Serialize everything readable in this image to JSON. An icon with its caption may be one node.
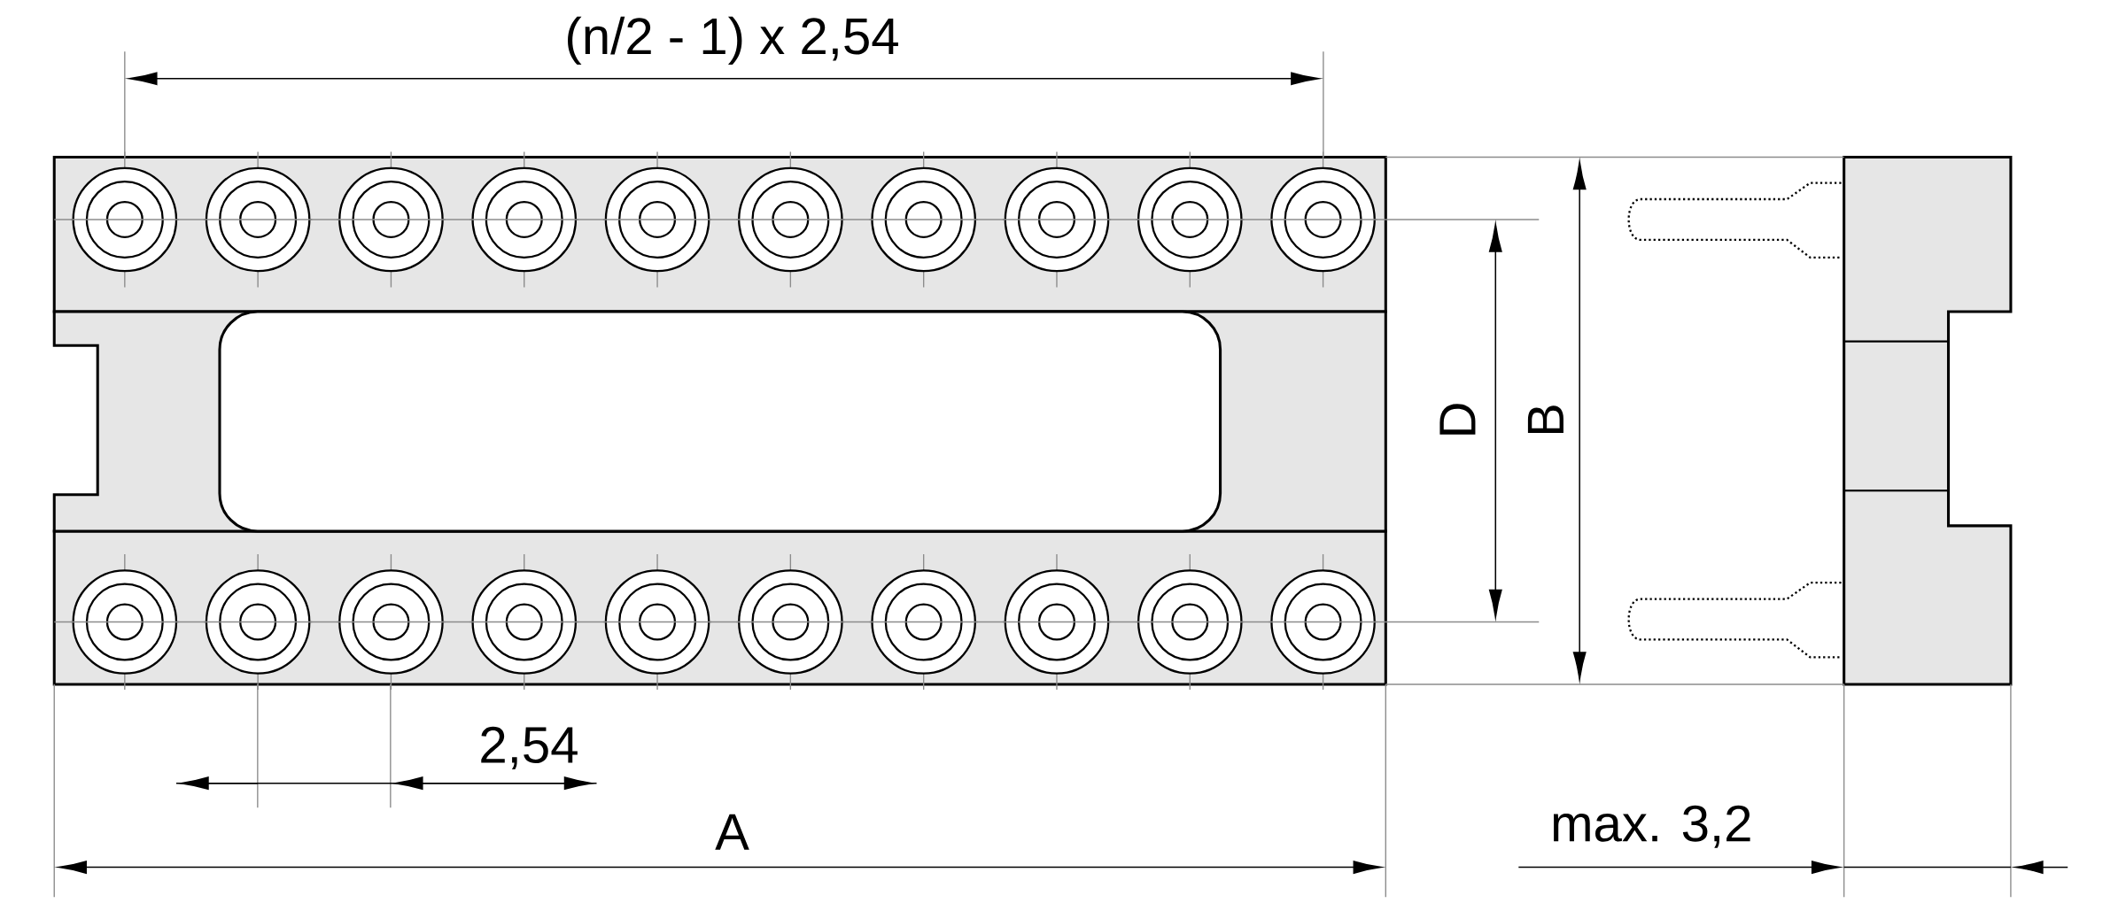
{
  "diagram": {
    "labels": [
      "(n/2 - 1) x 2,54",
      "D",
      "B",
      "2,54",
      "A",
      "max. 3,2"
    ]
  }
}
